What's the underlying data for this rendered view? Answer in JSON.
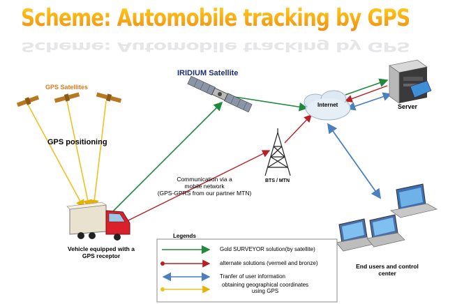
{
  "title": "Scheme: Automobile tracking by GPS",
  "labels": {
    "gps_satellites": "GPS Satellites",
    "gps_positioning": "GPS positioning",
    "iridium_satellite": "IRIDIUM Satellite",
    "internet": "Internet",
    "server": "Server",
    "bts": "BTS / MTN",
    "communication_line1": "Communication via a",
    "communication_line2": "mobile network",
    "communication_line3": "(GPS-GPRS from our partner MTN)",
    "vehicle_line1": "Vehicle equipped with a",
    "vehicle_line2": "GPS receptor",
    "end_users_line1": "End users and control",
    "end_users_line2": "center"
  },
  "legend": {
    "title": "Legends",
    "items": [
      {
        "text": "Gold SURVEYOR solution(by satellite)",
        "color": "#1e8a3c"
      },
      {
        "text": "alternate solutions (vermeil and bronze)",
        "color": "#b81e22"
      },
      {
        "text": "Tranfer of user information",
        "color": "#4a7fc0"
      },
      {
        "text": "obtaining geographical coordinates using GPS",
        "color": "#f0c020"
      }
    ],
    "item4_line1": "obtaining geographical coordinates",
    "item4_line2": "using GPS"
  },
  "colors": {
    "green": "#1e8a3c",
    "red": "#b81e22",
    "blue": "#4a7fc0",
    "yellow": "#f0c020",
    "title_orange": "#f5a015"
  }
}
